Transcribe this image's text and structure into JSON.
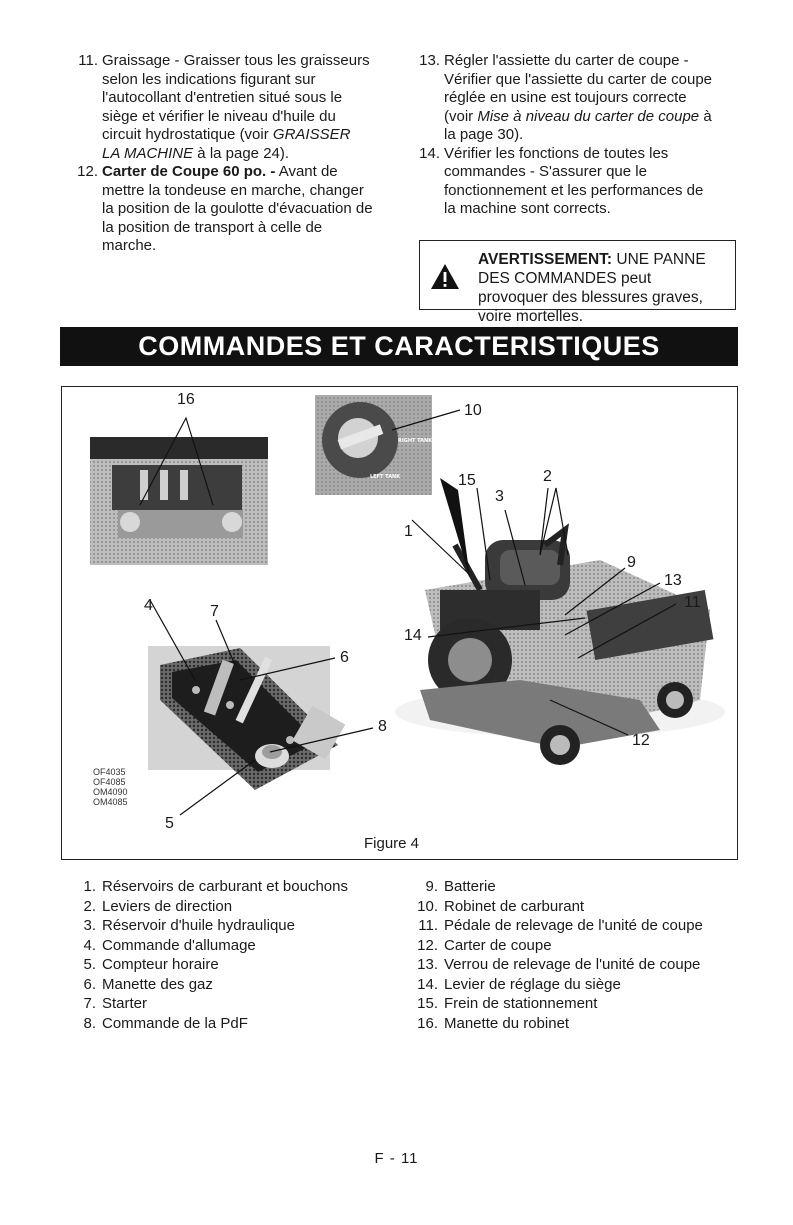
{
  "left_items": [
    {
      "num": "11.",
      "lines": [
        {
          "parts": [
            {
              "t": "Graissage - Graisser tous les graisseurs"
            }
          ]
        },
        {
          "parts": [
            {
              "t": "selon les indications figurant sur"
            }
          ]
        },
        {
          "parts": [
            {
              "t": "l'autocollant d'entretien situé sous le"
            }
          ]
        },
        {
          "parts": [
            {
              "t": "siège et vérifier le niveau d'huile du"
            }
          ]
        },
        {
          "parts": [
            {
              "t": "circuit hydrostatique (voir "
            },
            {
              "t": "GRAISSER",
              "i": true
            }
          ]
        },
        {
          "parts": [
            {
              "t": "LA MACHINE",
              "i": true
            },
            {
              "t": " à la page 24)."
            }
          ]
        }
      ]
    },
    {
      "num": "12.",
      "lines": [
        {
          "parts": [
            {
              "t": "Carter de Coupe 60 po. -",
              "b": true
            },
            {
              "t": " Avant de"
            }
          ]
        },
        {
          "parts": [
            {
              "t": "mettre la tondeuse en marche, changer"
            }
          ]
        },
        {
          "parts": [
            {
              "t": "la position de la goulotte d'évacuation de"
            }
          ]
        },
        {
          "parts": [
            {
              "t": "la position de transport à celle de"
            }
          ]
        },
        {
          "parts": [
            {
              "t": "marche."
            }
          ]
        }
      ]
    }
  ],
  "right_items": [
    {
      "num": "13.",
      "lines": [
        {
          "parts": [
            {
              "t": "Régler l'assiette du carter de coupe -"
            }
          ]
        },
        {
          "parts": [
            {
              "t": "Vérifier que l'assiette du carter de coupe"
            }
          ]
        },
        {
          "parts": [
            {
              "t": "réglée en usine est toujours correcte"
            }
          ]
        },
        {
          "parts": [
            {
              "t": "(voir "
            },
            {
              "t": "Mise à niveau du carter de coupe",
              "i": true
            },
            {
              "t": " à"
            }
          ]
        },
        {
          "parts": [
            {
              "t": "la page 30)."
            }
          ]
        }
      ]
    },
    {
      "num": "14.",
      "lines": [
        {
          "parts": [
            {
              "t": "Vérifier les fonctions de toutes les"
            }
          ]
        },
        {
          "parts": [
            {
              "t": "commandes - S'assurer que le"
            }
          ]
        },
        {
          "parts": [
            {
              "t": "fonctionnement et les performances de"
            }
          ]
        },
        {
          "parts": [
            {
              "t": "la machine sont corrects."
            }
          ]
        }
      ]
    }
  ],
  "warning": {
    "label": "AVERTISSEMENT:",
    "line1_rest": " UNE PANNE",
    "line2": "DES COMMANDES peut",
    "line3": "provoquer des blessures graves,",
    "line4": "voire mortelles."
  },
  "banner": "COMMANDES ET CARACTERISTIQUES",
  "figure": {
    "caption": "Figure 4",
    "photo_codes": [
      "OF4035",
      "OF4085",
      "OM4090",
      "OM4085"
    ],
    "dial_text_1": "RIGHT TANK",
    "dial_text_2": "LEFT TANK",
    "callouts": [
      "16",
      "10",
      "15",
      "3",
      "2",
      "1",
      "9",
      "13",
      "11",
      "14",
      "4",
      "7",
      "6",
      "8",
      "12",
      "5"
    ]
  },
  "legend_left": [
    {
      "num": "1.",
      "text": "Réservoirs de carburant et bouchons"
    },
    {
      "num": "2.",
      "text": "Leviers de direction"
    },
    {
      "num": "3.",
      "text": "Réservoir d'huile hydraulique"
    },
    {
      "num": "4.",
      "text": "Commande d'allumage"
    },
    {
      "num": "5.",
      "text": "Compteur horaire"
    },
    {
      "num": "6.",
      "text": "Manette des gaz"
    },
    {
      "num": "7.",
      "text": "Starter"
    },
    {
      "num": "8.",
      "text": "Commande de la PdF"
    }
  ],
  "legend_right": [
    {
      "num": "9.",
      "text": "Batterie"
    },
    {
      "num": "10.",
      "text": "Robinet de carburant"
    },
    {
      "num": "11.",
      "text": "Pédale de relevage de l'unité de coupe"
    },
    {
      "num": "12.",
      "text": "Carter de coupe"
    },
    {
      "num": "13.",
      "text": "Verrou de relevage de l'unité de coupe"
    },
    {
      "num": "14.",
      "text": "Levier de réglage du siège"
    },
    {
      "num": "15.",
      "text": "Frein de stationnement"
    },
    {
      "num": "16.",
      "text": "Manette du robinet"
    }
  ],
  "footer": "F - 11",
  "colors": {
    "banner_bg": "#111111",
    "banner_text": "#ffffff",
    "warning_triangle": "#111111"
  }
}
